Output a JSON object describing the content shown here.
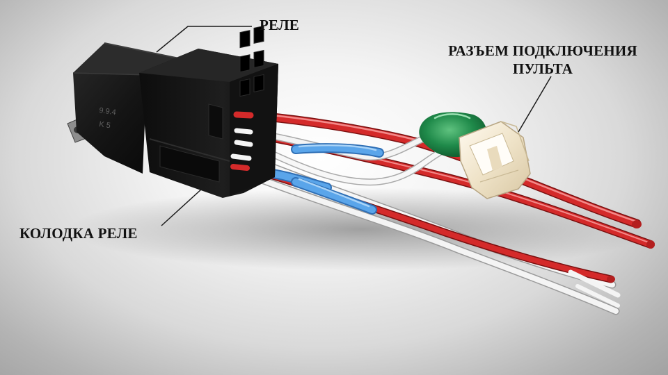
{
  "labels": {
    "relay": "РЕЛЕ",
    "connector_line1": "РАЗЪЕМ ПОДКЛЮЧЕНИЯ",
    "connector_line2": "ПУЛЬТА",
    "socket": "КОЛОДКА РЕЛЕ"
  },
  "relay_marking": {
    "line1": "9.9.4",
    "line2": "K  5"
  },
  "colors": {
    "wire_red": "#d42a2a",
    "wire_white": "#f2f2f2",
    "sleeve_blue": "#4f9be0",
    "tape_green": "#1f8a4a",
    "relay_body": "#161616"
  }
}
